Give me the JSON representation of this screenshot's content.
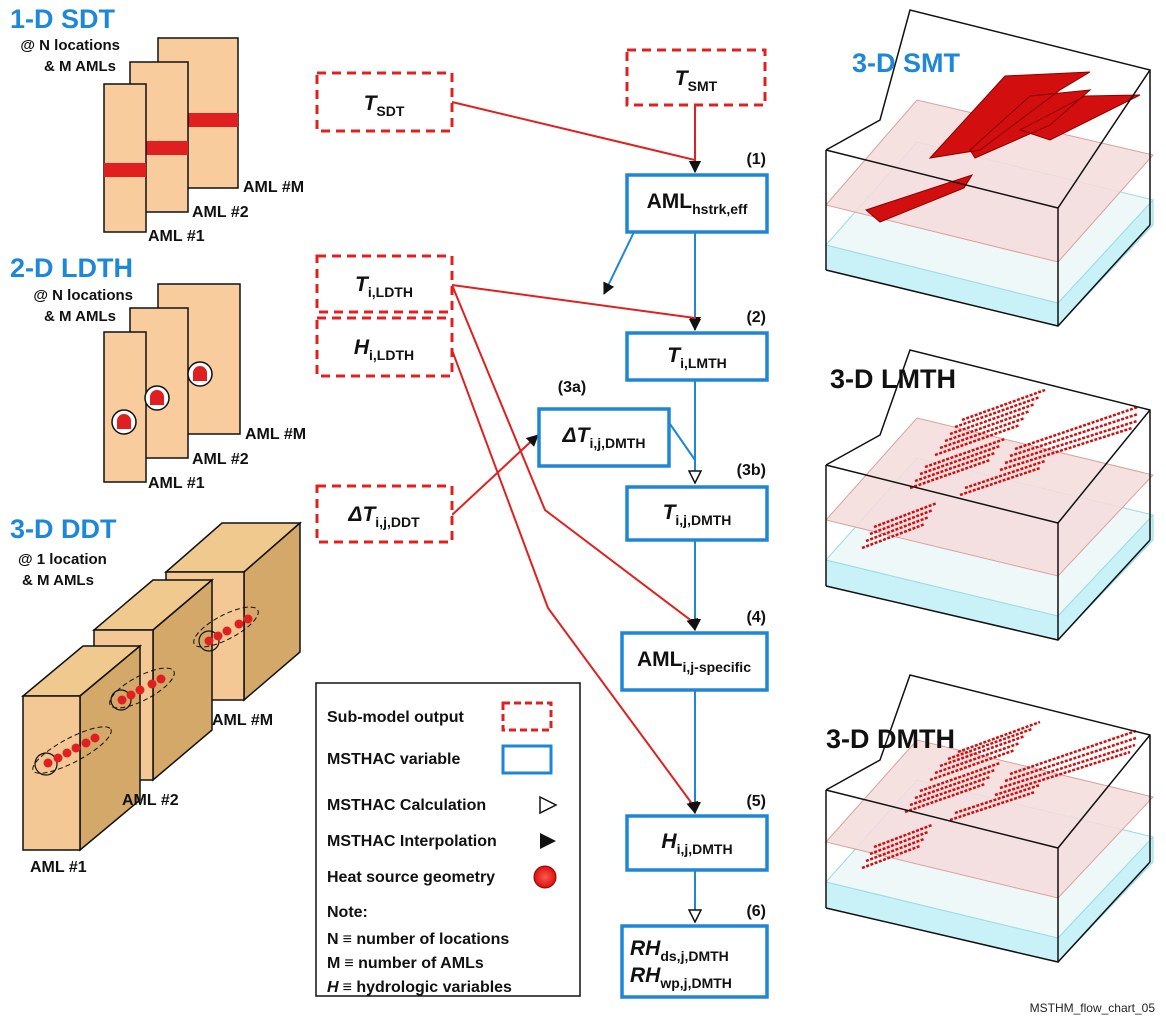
{
  "left_panels": {
    "sdt": {
      "title": "1-D SDT",
      "sub1": "@ N locations",
      "sub2": "& M AMLs",
      "aml1": "AML #1",
      "aml2": "AML #2",
      "amlm": "AML #M"
    },
    "ldth": {
      "title": "2-D LDTH",
      "sub1": "@ N locations",
      "sub2": "& M AMLs",
      "aml1": "AML #1",
      "aml2": "AML #2",
      "amlm": "AML #M"
    },
    "ddt": {
      "title": "3-D DDT",
      "sub1": "@ 1 location",
      "sub2": "& M AMLs",
      "aml1": "AML #1",
      "aml2": "AML #2",
      "amlm": "AML #M"
    }
  },
  "inputs": {
    "t_sdt": {
      "main": "T",
      "sub": "SDT"
    },
    "t_smt": {
      "main": "T",
      "sub": "SMT"
    },
    "t_ldth": {
      "main": "T",
      "sub": "i,LDTH"
    },
    "h_ldth": {
      "main": "H",
      "sub": "i,LDTH"
    },
    "dt_ddt": {
      "main": "ΔT",
      "sub": "i,j,DDT"
    }
  },
  "steps": {
    "s1": {
      "num": "(1)",
      "main": "AML",
      "sub": "hstrk,eff"
    },
    "s2": {
      "num": "(2)",
      "main": "T",
      "sub": "i,LMTH"
    },
    "s3a": {
      "num": "(3a)",
      "main": "ΔT",
      "sub": "i,j,DMTH"
    },
    "s3b": {
      "num": "(3b)",
      "main": "T",
      "sub": "i,j,DMTH"
    },
    "s4": {
      "num": "(4)",
      "main": "AML",
      "sub": "i,j-specific"
    },
    "s5": {
      "num": "(5)",
      "main": "H",
      "sub": "i,j,DMTH"
    },
    "s6": {
      "num": "(6)",
      "main1": "RH",
      "sub1": "ds,j,DMTH",
      "main2": "RH",
      "sub2": "wp,j,DMTH"
    }
  },
  "legend": {
    "submodel": "Sub-model output",
    "variable": "MSTHAC variable",
    "calculation": "MSTHAC Calculation",
    "interpolation": "MSTHAC Interpolation",
    "heat": "Heat source geometry",
    "note": "Note:",
    "n_sym": "N",
    "n_text": "≡ number of locations",
    "m_sym": "M",
    "m_text": "≡ number of AMLs",
    "h_sym": "H",
    "h_text": "≡ hydrologic variables"
  },
  "right_panels": {
    "smt": "3-D SMT",
    "lmth": "3-D LMTH",
    "dmth": "3-D DMTH"
  },
  "footer": "MSTHM_flow_chart_05",
  "colors": {
    "accent_blue": "#1e88d8",
    "red": "#e02020",
    "pillar": "#f8cc9d",
    "box_blue": "#1f86d6",
    "water": "#c8f2f8",
    "pink": "#f5dcdc"
  },
  "icons": {
    "open_arrow": "calculation-arrow-icon",
    "filled_arrow": "interpolation-arrow-icon",
    "heat": "heat-source-icon"
  }
}
